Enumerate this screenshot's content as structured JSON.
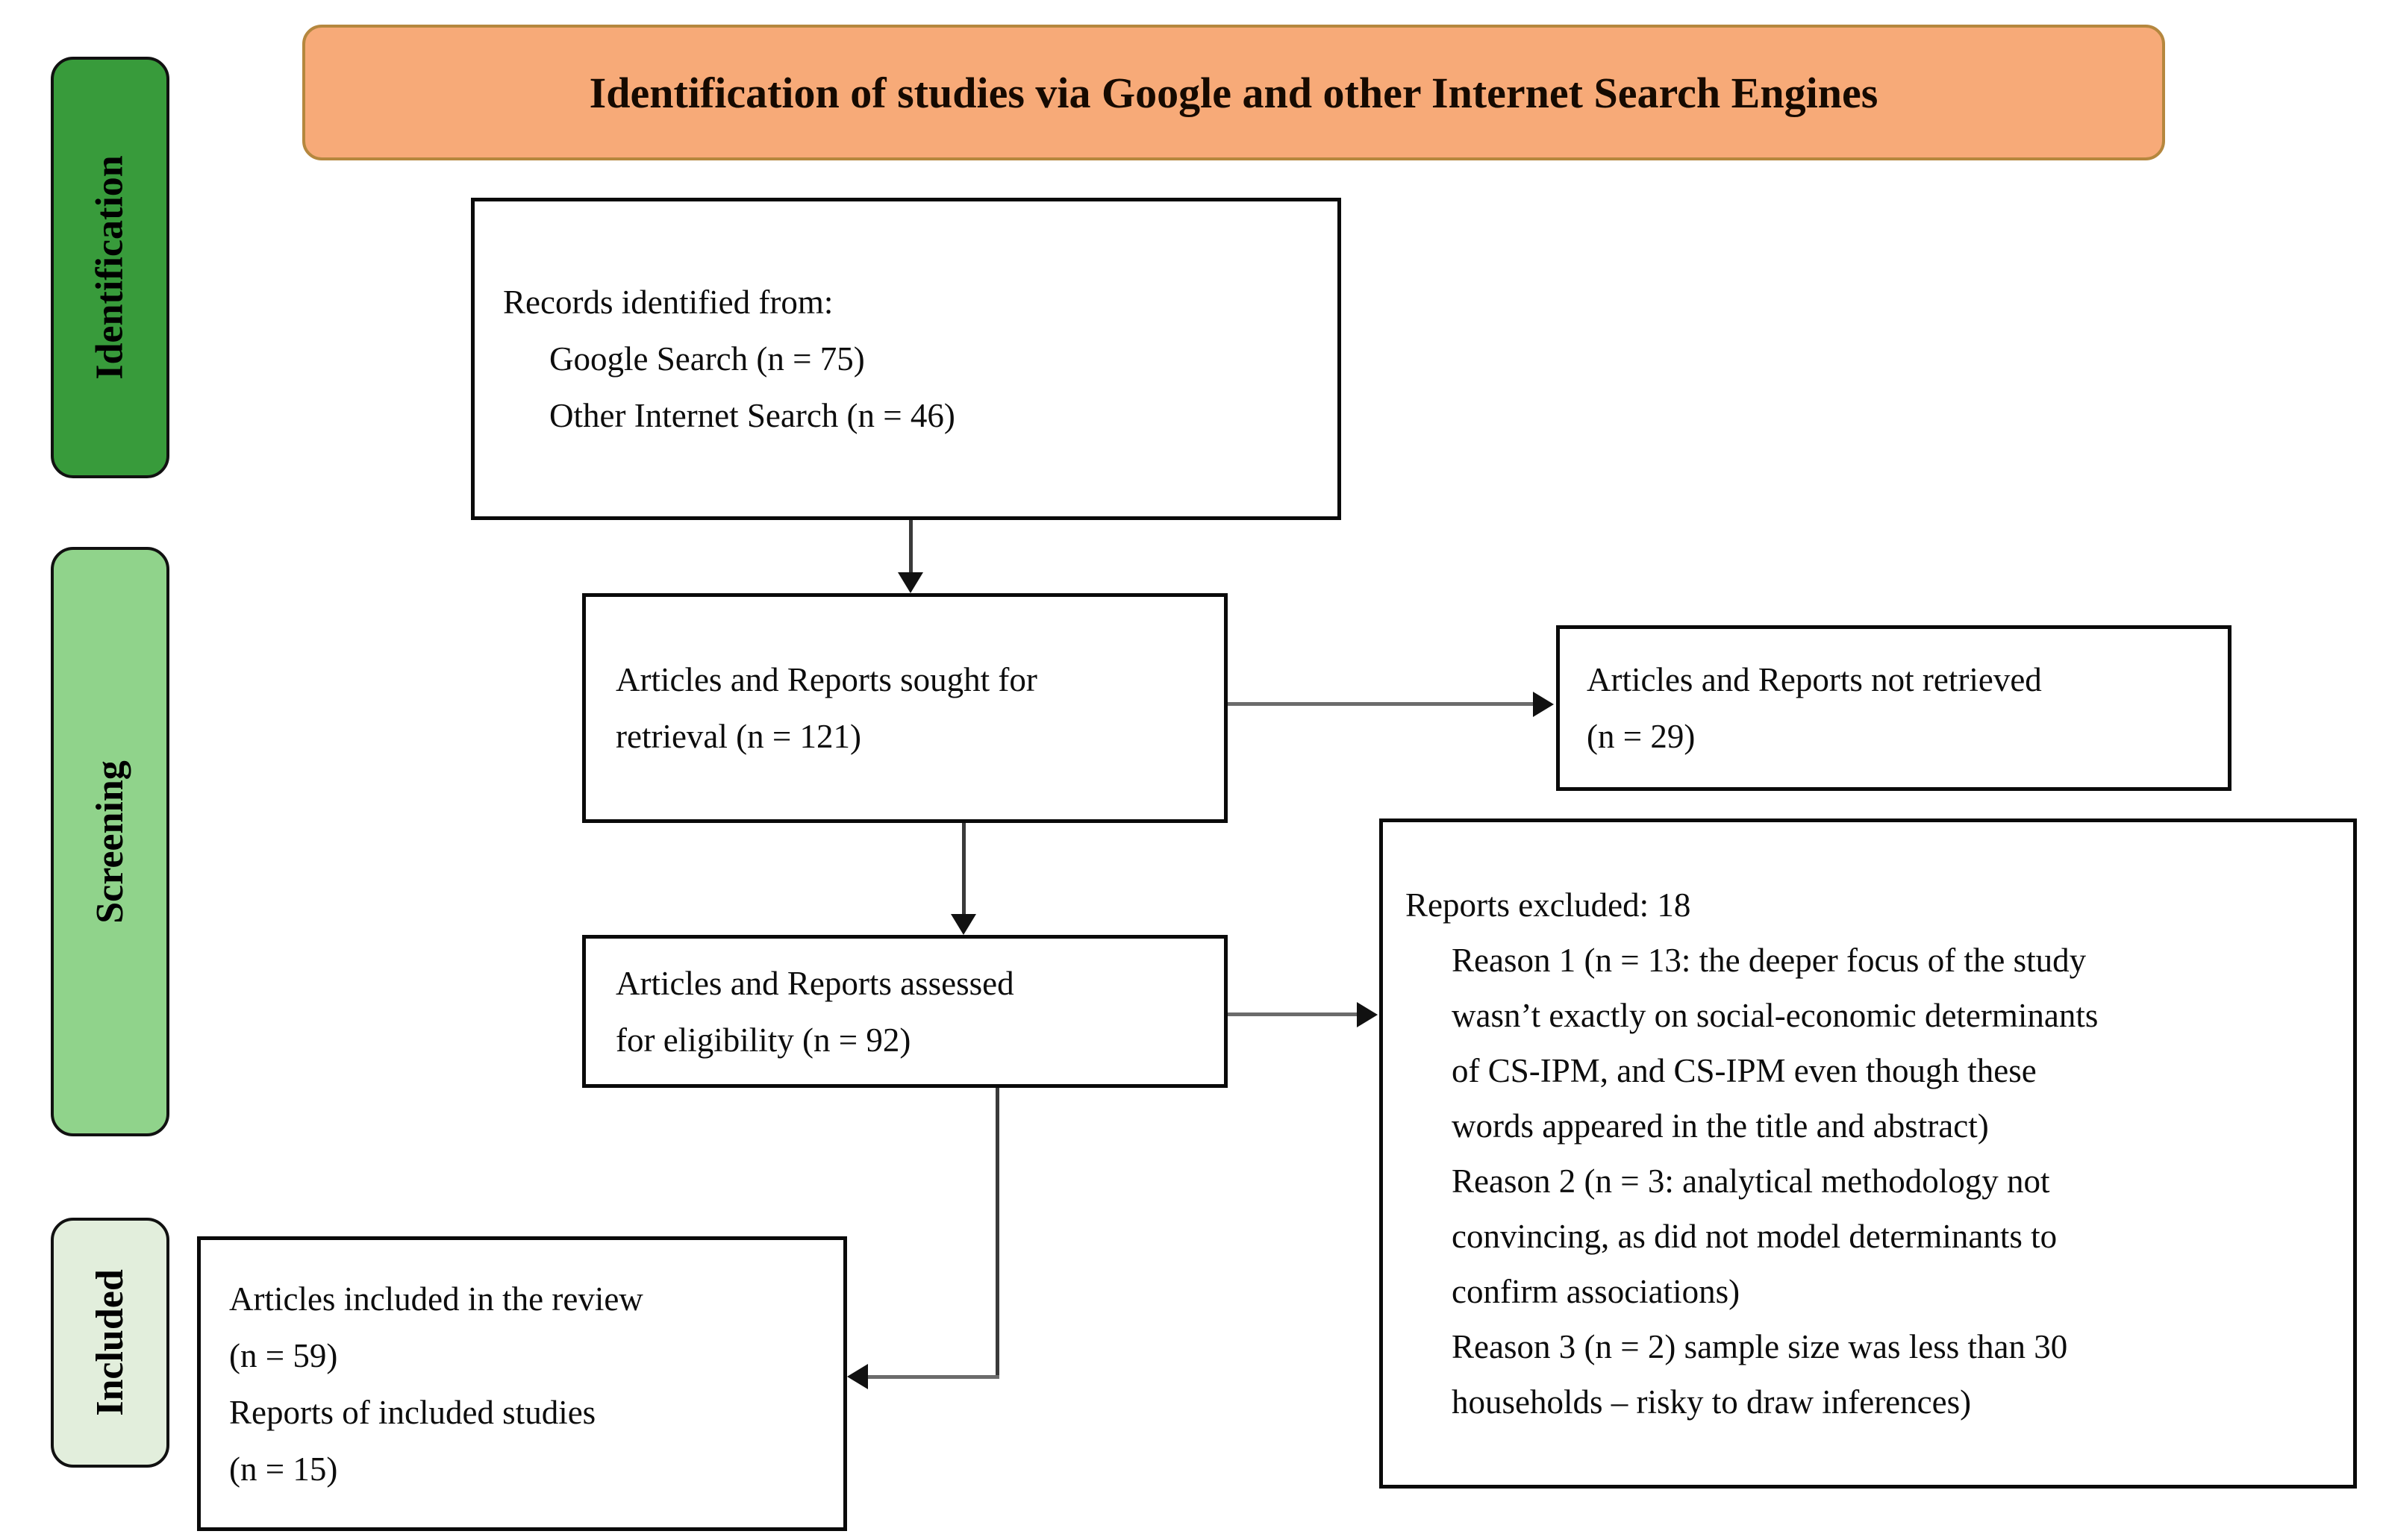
{
  "banner": {
    "label": "Identification of studies via Google and other Internet Search Engines",
    "bg": "#F7AA78",
    "border": "#B5873E"
  },
  "stages": [
    {
      "label": "Identification",
      "bg": "#389B3B"
    },
    {
      "label": "Screening",
      "bg": "#90D38B"
    },
    {
      "label": "Included",
      "bg": "#E2EEDC"
    }
  ],
  "boxes": {
    "records": {
      "lines": [
        {
          "text": "Records identified from:",
          "indent": 0
        },
        {
          "text": "Google Search (n = 75)",
          "indent": 1
        },
        {
          "text": "Other Internet Search (n = 46)",
          "indent": 1
        }
      ]
    },
    "sought": {
      "lines": [
        {
          "text": "Articles and Reports sought for",
          "indent": 0
        },
        {
          "text": "retrieval (n = 121)",
          "indent": 0
        }
      ]
    },
    "not_retrieved": {
      "lines": [
        {
          "text": "Articles and Reports not retrieved",
          "indent": 0
        },
        {
          "text": "(n = 29)",
          "indent": 0
        }
      ]
    },
    "assessed": {
      "lines": [
        {
          "text": "Articles and Reports assessed",
          "indent": 0
        },
        {
          "text": "for eligibility (n = 92)",
          "indent": 0
        }
      ]
    },
    "excluded": {
      "lines": [
        {
          "text": "Reports excluded: 18",
          "indent": 0
        },
        {
          "text": "Reason 1 (n = 13: the deeper focus of the study",
          "indent": 1
        },
        {
          "text": "wasn’t exactly on social-economic determinants",
          "indent": 1
        },
        {
          "text": "of CS-IPM, and CS-IPM even though these",
          "indent": 1
        },
        {
          "text": "words appeared in the title and abstract)",
          "indent": 1
        },
        {
          "text": "Reason 2 (n = 3: analytical methodology not",
          "indent": 1
        },
        {
          "text": "convincing, as did not model determinants to",
          "indent": 1
        },
        {
          "text": "confirm associations)",
          "indent": 1
        },
        {
          "text": "Reason 3 (n = 2) sample size was less than 30",
          "indent": 1
        },
        {
          "text": "households – risky to draw inferences)",
          "indent": 1
        }
      ]
    },
    "included": {
      "lines": [
        {
          "text": "Articles included in the review",
          "indent": 0
        },
        {
          "text": "(n = 59)",
          "indent": 0
        },
        {
          "text": "Reports of included studies",
          "indent": 0
        },
        {
          "text": "(n = 15)",
          "indent": 0
        }
      ]
    }
  },
  "counts": {
    "google_search": 75,
    "other_internet_search": 46,
    "sought_for_retrieval": 121,
    "not_retrieved": 29,
    "assessed_for_eligibility": 92,
    "reports_excluded": 18,
    "excluded_reason_1": 13,
    "excluded_reason_2": 3,
    "excluded_reason_3": 2,
    "articles_included": 59,
    "reports_of_included_studies": 15
  },
  "colors": {
    "box_border": "#0a0a0a",
    "connector_line": "#6b6b6b",
    "arrowhead": "#111111"
  }
}
